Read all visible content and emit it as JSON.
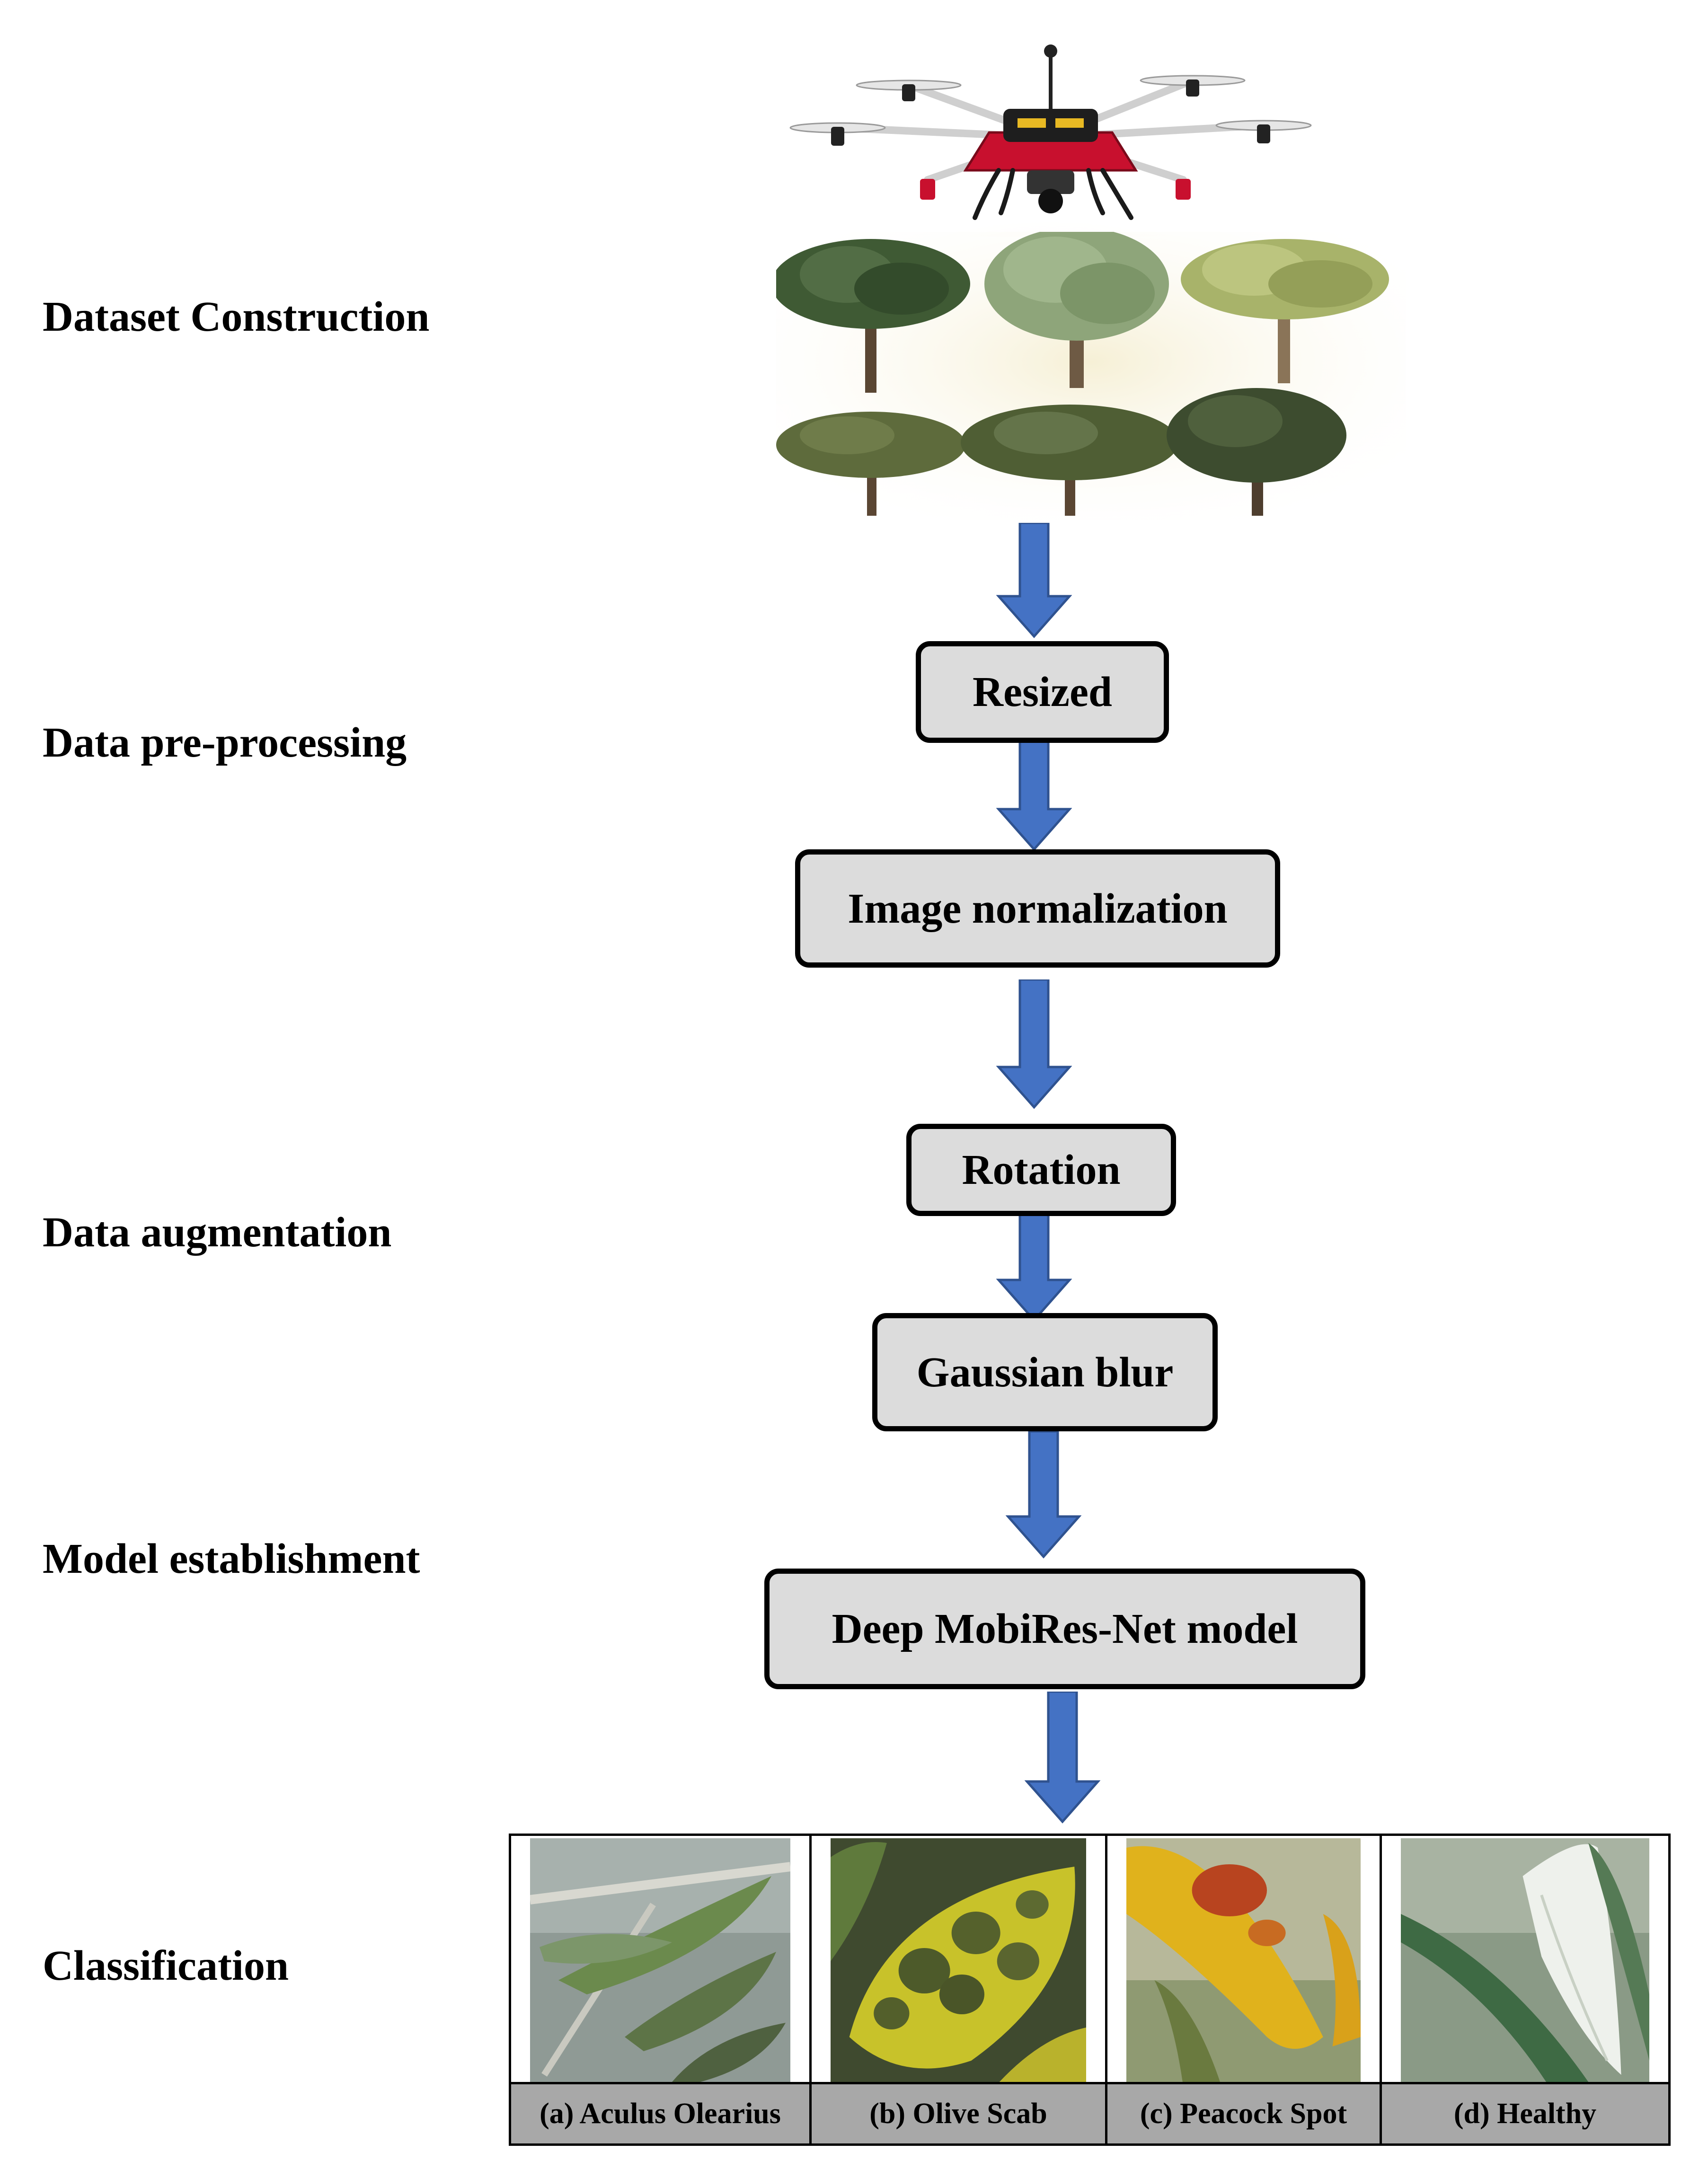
{
  "stages": {
    "dataset_construction": "Dataset Construction",
    "preprocessing": "Data pre-processing",
    "augmentation": "Data augmentation",
    "model": "Model establishment",
    "classification": "Classification"
  },
  "steps": {
    "resized": "Resized",
    "normalization": "Image normalization",
    "rotation": "Rotation",
    "gaussian_blur": "Gaussian blur",
    "model": "Deep MobiRes-Net model"
  },
  "classes": [
    {
      "label": "(a) Aculus Olearius"
    },
    {
      "label": "(b) Olive Scab"
    },
    {
      "label": "(c) Peacock Spot"
    },
    {
      "label": "(d) Healthy"
    }
  ],
  "colors": {
    "arrow_fill": "#4472c4",
    "arrow_stroke": "#2f528f",
    "box_fill": "#dcdcdc",
    "caption_fill": "#a8a8a8"
  },
  "icons": {
    "drone": "drone-icon",
    "trees": "olive-trees-illustration"
  }
}
